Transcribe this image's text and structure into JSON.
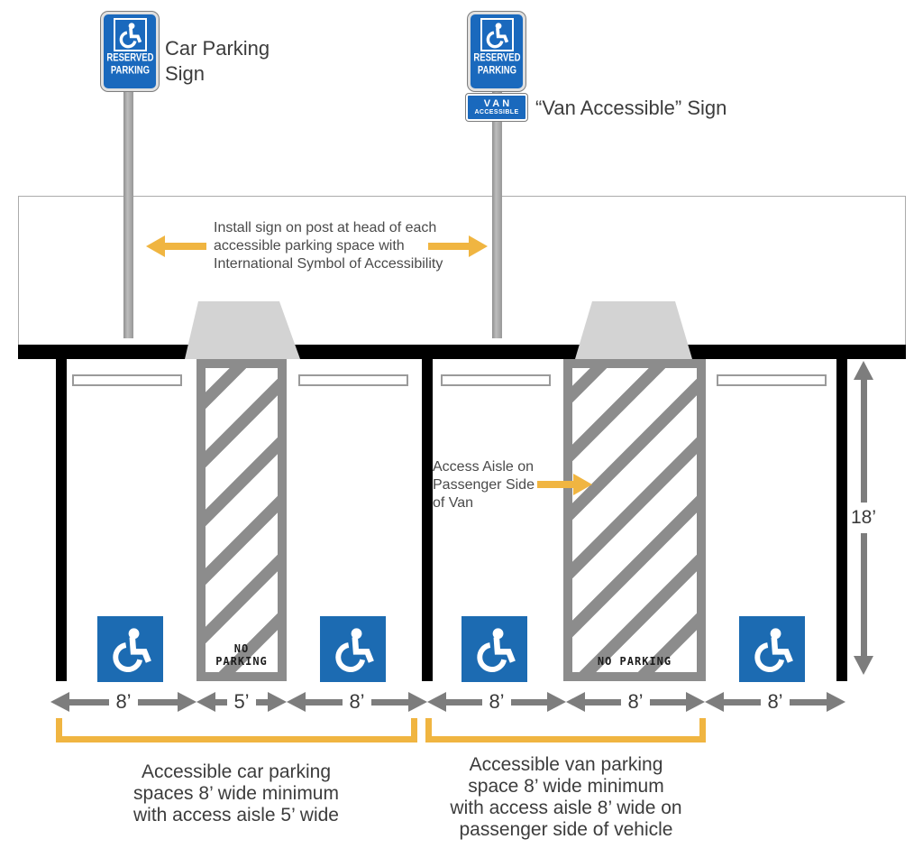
{
  "colors": {
    "sign_blue": "#1a69bd",
    "floor_symbol_blue": "#1c6bb2",
    "accent_yellow": "#f0b541",
    "hatch_gray": "#8c8c8c",
    "dimension_gray": "#7d7d7d",
    "ramp_gray": "#d3d3d3",
    "curb_black": "#000000",
    "text_dark": "#3c3c3c"
  },
  "signs": {
    "reserved": [
      "RESERVED",
      "PARKING"
    ],
    "van_plate_line1": "VAN",
    "van_plate_line2": "ACCESSIBLE",
    "car_label": [
      "Car Parking",
      "Sign"
    ],
    "van_label": "“Van Accessible” Sign"
  },
  "band": {
    "install_note": [
      "Install sign on post at head of each",
      "accessible parking space with",
      "International Symbol of Accessibility"
    ]
  },
  "lot": {
    "no_parking": "NO PARKING",
    "aisle_note": [
      "Access Aisle on",
      "Passenger Side",
      "of Van"
    ]
  },
  "dims": {
    "depth": "18’",
    "widths": [
      "8’",
      "5’",
      "8’",
      "8’",
      "8’",
      "8’"
    ]
  },
  "captions": {
    "car": [
      "Accessible car parking",
      "spaces 8’ wide minimum",
      "with access aisle 5’ wide"
    ],
    "van": [
      "Accessible van parking",
      "space 8’ wide minimum",
      "with access aisle 8’ wide on",
      "passenger side of vehicle"
    ]
  }
}
